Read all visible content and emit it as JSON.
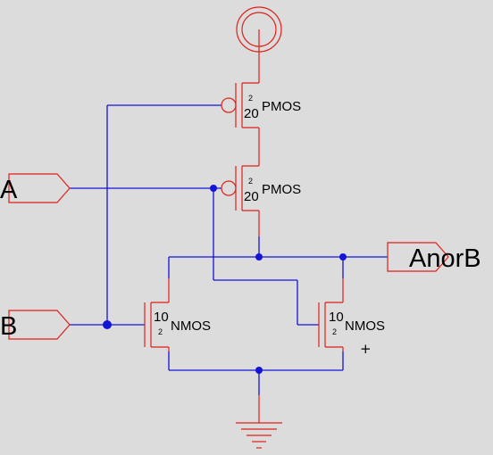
{
  "colors": {
    "background": "#dcdcdc",
    "symbol": "#e0201a",
    "wire": "#1414d8"
  },
  "pins": {
    "input_a": "A",
    "input_b": "B",
    "output": "AnorB"
  },
  "devices": {
    "pmos_top": {
      "type": "PMOS",
      "width": "20",
      "length": "2"
    },
    "pmos_bottom": {
      "type": "PMOS",
      "width": "20",
      "length": "2"
    },
    "nmos_left": {
      "type": "NMOS",
      "width": "10",
      "length": "2"
    },
    "nmos_right": {
      "type": "NMOS",
      "width": "10",
      "length": "2"
    }
  },
  "cursor_marker": "+"
}
